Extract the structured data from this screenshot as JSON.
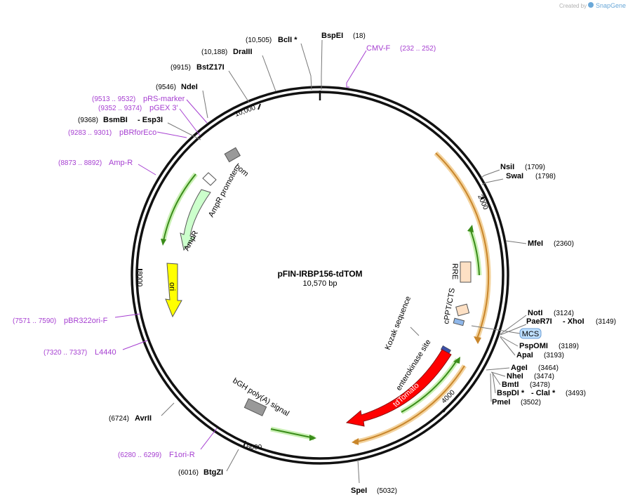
{
  "credit": {
    "prefix": "Created by",
    "brand": "SnapGene"
  },
  "plasmid": {
    "name": "pFIN-IRBP156-tdTOM",
    "size": "10,570 bp"
  },
  "ticks": [
    {
      "label": "2000"
    },
    {
      "label": "4000"
    },
    {
      "label": "6000"
    },
    {
      "label": "8000"
    },
    {
      "label": "10,000"
    }
  ],
  "enzymes": [
    {
      "name": "BclI *",
      "pos": "(10,505)"
    },
    {
      "name": "BspEI",
      "pos": "(18)"
    },
    {
      "name": "DraIII",
      "pos": "(10,188)"
    },
    {
      "name": "BstZ17I",
      "pos": "(9915)"
    },
    {
      "name": "NdeI",
      "pos": "(9546)"
    },
    {
      "name": "BsmBI",
      "pos": "(9368)"
    },
    {
      "name": "- Esp3I",
      "pos": ""
    },
    {
      "name": "NsiI",
      "pos": "(1709)"
    },
    {
      "name": "SwaI",
      "pos": "(1798)"
    },
    {
      "name": "MfeI",
      "pos": "(2360)"
    },
    {
      "name": "NotI",
      "pos": "(3124)"
    },
    {
      "name": "PaeR7I",
      "pos": ""
    },
    {
      "name": "- XhoI",
      "pos": "(3149)"
    },
    {
      "name": "PspOMI",
      "pos": "(3189)"
    },
    {
      "name": "ApaI",
      "pos": "(3193)"
    },
    {
      "name": "AgeI",
      "pos": "(3464)"
    },
    {
      "name": "NheI",
      "pos": "(3474)"
    },
    {
      "name": "BmtI",
      "pos": "(3478)"
    },
    {
      "name": "BspDI *",
      "pos": ""
    },
    {
      "name": "- ClaI *",
      "pos": "(3493)"
    },
    {
      "name": "PmeI",
      "pos": "(3502)"
    },
    {
      "name": "SpeI",
      "pos": "(5032)"
    },
    {
      "name": "BtgZI",
      "pos": "(6016)"
    },
    {
      "name": "AvrII",
      "pos": "(6724)"
    }
  ],
  "primers": [
    {
      "name": "CMV-F",
      "pos": "(232 .. 252)"
    },
    {
      "name": "pRS-marker",
      "pos": "(9513 .. 9532)"
    },
    {
      "name": "pGEX 3'",
      "pos": "(9352 .. 9374)"
    },
    {
      "name": "pBRforEco",
      "pos": "(9283 .. 9301)"
    },
    {
      "name": "Amp-R",
      "pos": "(8873 .. 8892)"
    },
    {
      "name": "pBR322ori-F",
      "pos": "(7571 .. 7590)"
    },
    {
      "name": "L4440",
      "pos": "(7320 .. 7337)"
    },
    {
      "name": "F1ori-R",
      "pos": "(6280 .. 6299)"
    }
  ],
  "features": {
    "bom": "bom",
    "ampr_promoter": "AmpR promoter",
    "ampr": "AmpR",
    "ori": "ori",
    "rre": "RRE",
    "cppt": "cPPT/CTS",
    "mcs": "MCS",
    "kozak": "Kozak sequence",
    "enterokinase": "enterokinase site",
    "tdtomato": "tdTomato",
    "bgh": "bGH poly(A) signal"
  },
  "colors": {
    "primer": "#a63fd1",
    "ampr_fill": "#ccffcc",
    "ori_fill": "#ffff00",
    "tdtomato_fill": "#ff0000",
    "orf_green": "#3a8c1a",
    "orf_orange": "#c9862b",
    "misc_grey": "#999999",
    "rre_fill": "#fde0c4",
    "mcs_fill": "#bfe0ff"
  }
}
